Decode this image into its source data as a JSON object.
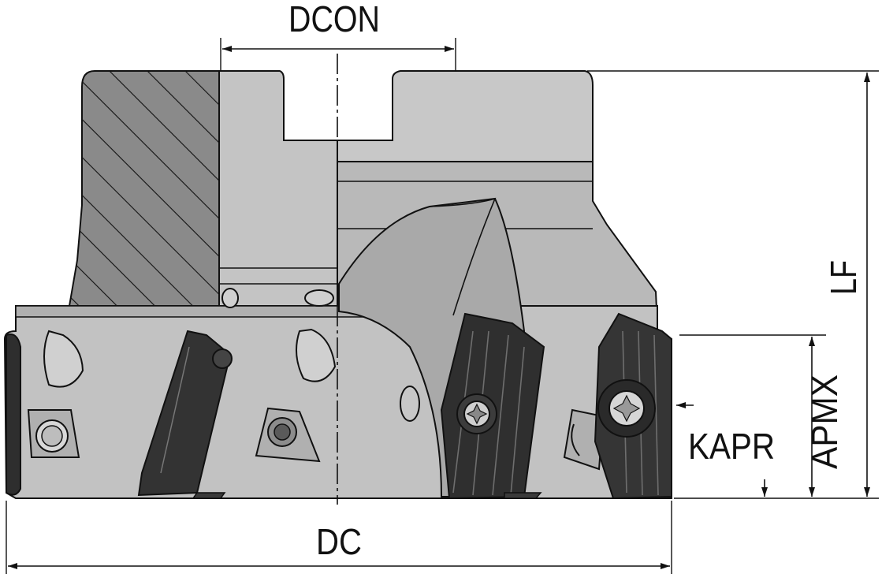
{
  "labels": {
    "dcon": "DCON",
    "dc": "DC",
    "lf": "LF",
    "apmx": "APMX",
    "kapr": "KAPR"
  },
  "colors": {
    "line": "#111111",
    "body_light": "#c8c8c8",
    "body_mid": "#b4b4b4",
    "body_dark": "#8f8f8f",
    "section": "#7a7a7a",
    "insert": "#3a3a3a",
    "insert_dark": "#1e1e1e"
  },
  "icons": {
    "screw": "torx-screw-icon",
    "arrow": "dimension-arrow-icon"
  }
}
